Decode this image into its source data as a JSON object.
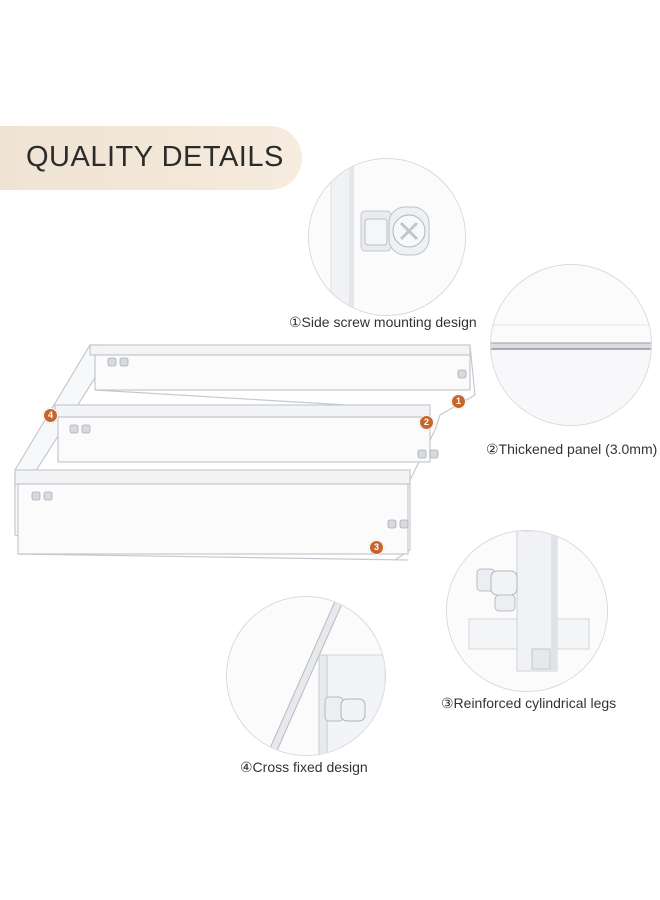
{
  "banner": {
    "title": "QUALITY DETAILS"
  },
  "details": [
    {
      "number": "1",
      "caption": "①Side screw mounting design"
    },
    {
      "number": "2",
      "caption": "②Thickened panel (3.0mm)"
    },
    {
      "number": "3",
      "caption": "③Reinforced cylindrical legs"
    },
    {
      "number": "4",
      "caption": "④Cross fixed design"
    }
  ],
  "colors": {
    "banner": "#efe3d3",
    "badge": "#c8662a",
    "text": "#2b2b2b"
  }
}
